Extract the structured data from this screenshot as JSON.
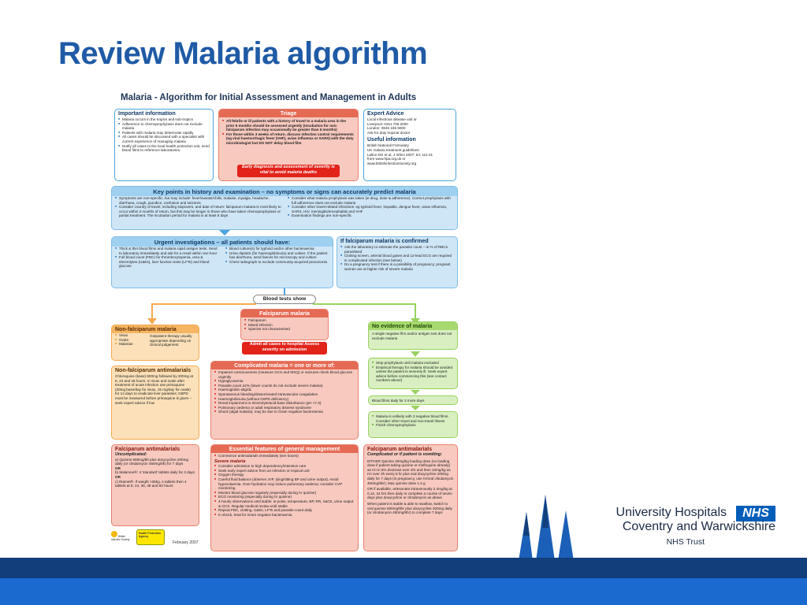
{
  "slide": {
    "title": "Review Malaria algorithm"
  },
  "colors": {
    "title_blue": "#1f5aa6",
    "footer_dark": "#123e7c",
    "footer_light": "#1b6ad0",
    "nhs_blue": "#005eb8"
  },
  "poster": {
    "title": "Malaria - Algorithm for Initial Assessment and Management in Adults",
    "important": {
      "heading": "Important information",
      "items": [
        "Malaria occurs in the tropics and sub-tropics",
        "Adherence to chemoprophylaxis does not exclude malaria",
        "Patients with malaria may deteriorate rapidly",
        "All cases should be discussed with a specialist with current experience of managing malaria",
        "Notify all cases to the local health protection unit, send blood films to reference laboratories"
      ]
    },
    "triage": {
      "heading": "Triage",
      "items": [
        "All febrile or ill patients with a history of travel to a malaria area in the prior 6 months should be assessed urgently (Incubation for non-falciparum infection may occasionally be greater than 6 months)",
        "For those within 3 weeks of return, discuss infection control requirements (eg viral haemorrhagic fever (VHF), avian influenza or SARS) with the duty microbiologist but DO NOT delay blood film"
      ],
      "banner": "Early diagnosis and assessment of severity is vital to avoid malaria deaths"
    },
    "expert": {
      "heading": "Expert Advice",
      "lines": [
        "Local infectious disease unit or",
        "Liverpool: 0151 706 2000",
        "London: 0845 155 5000",
        "Ask for duty tropical doctor"
      ],
      "useful_heading": "Useful information",
      "useful_lines": [
        "British National Formulary",
        "UK malaria treatment guidelines:",
        "Lalloo DG et al, J Infect 2007; 54: 111-21",
        "from www.hpa.org.uk or",
        "www.britishinfectionsociety.org"
      ]
    },
    "key_points": {
      "heading": "Key points in history and examination – no symptoms or signs can accurately predict malaria",
      "left_items": [
        "Symptoms are non-specific, but may include: fever/sweats/chills, malaise, myalgia, headache, diarrhoea, cough, jaundice, confusion and seizures",
        "Consider country of travel, including stopovers, and date of return: falciparum malaria is most likely to occur within 3 months of return, but this may be longer in those who have taken chemoprophylaxis or partial treatment. The incubation period for malaria is at least 6 days"
      ],
      "right_items": [
        "Consider what malaria prophylaxis was taken (ie drug, dose & adherence). Correct prophylaxis with full adherence does not exclude malaria",
        "Consider other travel-related infections: eg typhoid fever, hepatitis, dengue fever, avian influenza, SARS, HIV, meningitis/encephalitis and VHF",
        "Examination findings are non-specific"
      ]
    },
    "urgent": {
      "heading": "Urgent investigations – all patients should have:",
      "col1": [
        "Thick & thin blood films and malaria rapid antigen tests. Send to laboratory immediately and ask for a result within one hour",
        "Full blood count (FBC) for thrombocytopenia, urea & electrolytes (U&Es), liver function tests (LFTs) and blood glucose"
      ],
      "col2": [
        "Blood culture(s) for typhoid and/or other bacteraemia",
        "Urine dipstick (for haemoglobinuria) and culture. If the patient has diarrhoea, send faeces for microscopy and culture",
        "Chest radiograph to exclude community-acquired pneumonia"
      ]
    },
    "confirmed": {
      "heading": "If falciparum malaria is confirmed",
      "items": [
        "Ask the laboratory to estimate the parasite count – ie % of RBCs parasitised",
        "Clotting screen, arterial blood gases and 12-lead ECG are required in complicated infection (see below)",
        "Do a pregnancy test if there is a possibility of pregnancy; pregnant women are at higher risk of severe malaria"
      ]
    },
    "blood_tests_show": "Blood tests show",
    "non_falciparum": {
      "heading": "Non-falciparum malaria",
      "species": [
        "Vivax",
        "Ovale",
        "Malariae"
      ],
      "text": "Outpatient therapy usually appropriate depending on clinical judgement"
    },
    "falciparum": {
      "heading": "Falciparum malaria",
      "items": [
        "Falciparum",
        "Mixed infection",
        "Species not characterised"
      ],
      "banner": "Admit all cases to hospital Assess severity on admission"
    },
    "no_evidence": {
      "heading": "No evidence of malaria",
      "text": "A single negative film and/or antigen test does not exclude malaria",
      "items": [
        "Stop prophylaxis until malaria excluded",
        "Empirical therapy for malaria should be avoided unless the patient is severely ill. Seek expert advice before commencing this (see contact numbers above)"
      ],
      "repeat": "Blood films daily for 2 more days",
      "final_items": [
        "Malaria is unlikely with 3 negative blood films. Consider other travel and non-travel illness",
        "Finish chemoprophylaxis"
      ]
    },
    "non_falc_antimalarials": {
      "heading": "Non-falciparum antimalarials",
      "text": "Chloroquine (base) 600mg followed by 300mg at 6, 24 and 48 hours. In vivax and ovale after treatment of acute infection use primaquine (30mg base/day for vivax, 15 mg/day for ovale) for 14 days to eradicate liver parasites; G6PD must be measured before primaquine is given – seek expert advice if low"
    },
    "complicated": {
      "heading": "Complicated malaria = one or more of:",
      "items": [
        "Impaired consciousness (measure GCS and MSQ) or seizures check blood glucose urgently",
        "Hypoglycaemia",
        "Parasite count ≥2% (lower counts do not exclude severe malaria)",
        "Haemoglobin ≤8g/dL",
        "Spontaneous bleeding/disseminated intravascular coagulation",
        "Haemoglobinuria (without G6PD deficiency)",
        "Renal impairment or electrolyte/acid-base disturbance (pH <7.3)",
        "Pulmonary oedema or adult respiratory distress syndrome",
        "Shock (algid malaria); may be due to Gram negative bacteraemia"
      ]
    },
    "falc_antimalarials": {
      "heading": "Falciparum antimalarials",
      "subheading": "Uncomplicated:",
      "lines": [
        "a) Quinine 600mg/8h plus doxycycline 200mg daily (or clindamycin 450mg/8h) for 7 days",
        "OR",
        "b) Malarone®: 4 'standard' tablets daily for 3 days",
        "OR",
        "c) Riamet®: If weight >35kg, 4 tablets then 4 tablets at 8, 24, 36, 48 and 60 hours"
      ]
    },
    "essential": {
      "heading": "Essential features of general management",
      "items": [
        "Commence antimalarials immediately (see boxes)"
      ],
      "severe_heading": "Severe malaria",
      "severe_items": [
        "Consider admission to high dependency/intensive care",
        "Seek early expert advice from an infection or tropical unit",
        "Oxygen therapy",
        "Careful fluid balance (observe JVP, lying/sitting BP and urine output). Avoid hypovolaemia. Over-hydration may induce pulmonary oedema; consider CVP monitoring",
        "Monitor blood glucose regularly (especially during IV quinine)",
        "ECG monitoring (especially during IV quinine)",
        "4-hourly observations until stable: ie pulse, temperature, BP, RR, SaO2, urine output & GCS. Regular medical review until stable",
        "Repeat FBC, clotting, U&Es, LFTs and parasite count daily",
        "In shock, treat for Gram negative bacteraemia"
      ]
    },
    "complicated_treat": {
      "heading": "Falciparum antimalarials",
      "subheading": "Complicated or if patient is vomiting:",
      "text1": "EITHER Quinine 20mg/kg loading dose (no loading dose if patient taking quinine or mefloquine already) as IVI in 5% dextrose over 4hr and then 10mg/kg as IVI over 4h every 8 hr plus oral doxycycline 200mg daily for 7 days (in pregnancy, use IV/oral clindamycin 450mg/8hr); Max quinine dose 1.4 g",
      "text2": "OR if available, artesunate intravenously 2.4mg/kg at 0,12, 24 hrs then daily to complete a course of seven days plus doxycycline or clindamycin as above",
      "text3": "When patient is stable & able to swallow, switch to oral quinine 600mg/8hr plus doxycycline 200mg daily (or clindamycin 450mg/8hr) to complete 7 days"
    },
    "logos": {
      "left": "British Infection Society",
      "right": "Health Protection Agency",
      "date": "February 2007"
    }
  },
  "brand": {
    "line1": "University Hospitals",
    "nhs": "NHS",
    "line2": "Coventry and Warwickshire",
    "line3": "NHS Trust"
  }
}
